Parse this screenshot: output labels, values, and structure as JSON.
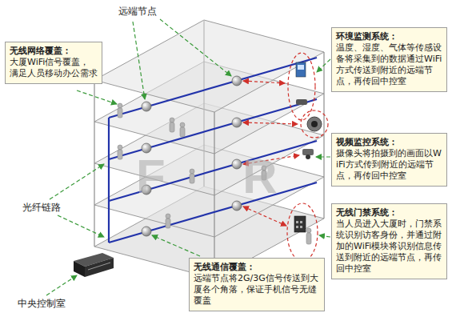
{
  "diagram": {
    "nodes": [
      {
        "text": [
          "无线网络覆盖：",
          "大厦WiFi信号覆盖，满足人员移动办公需求"
        ]
      },
      {
        "text": [
          "环境监测系统：",
          "温度、湿度、气体等传感设备将采集到的数据通过WiFi方式传送到附近的远端节点，再传回中控室"
        ]
      },
      {
        "text": [
          "视频监控系统：",
          "摄像头将拍摄到的画面以WiFi方式传到附近的远端节点，再传回中控室"
        ]
      },
      {
        "text": [
          "无线门禁系统：",
          "当人员进入大厦时，门禁系统识别访客身份，并通过附加的WiFi模块将识别信息传送到附近的远端节点，再传回中控室"
        ]
      },
      {
        "text": [
          "无线通信覆盖：",
          "远端节点将2G/3G信号传送到大厦各个角落，保证手机信号无缝覆盖"
        ]
      }
    ],
    "labels": [
      "远端节点",
      "光纤链路",
      "中央控制室",
      "F R"
    ]
  }
}
